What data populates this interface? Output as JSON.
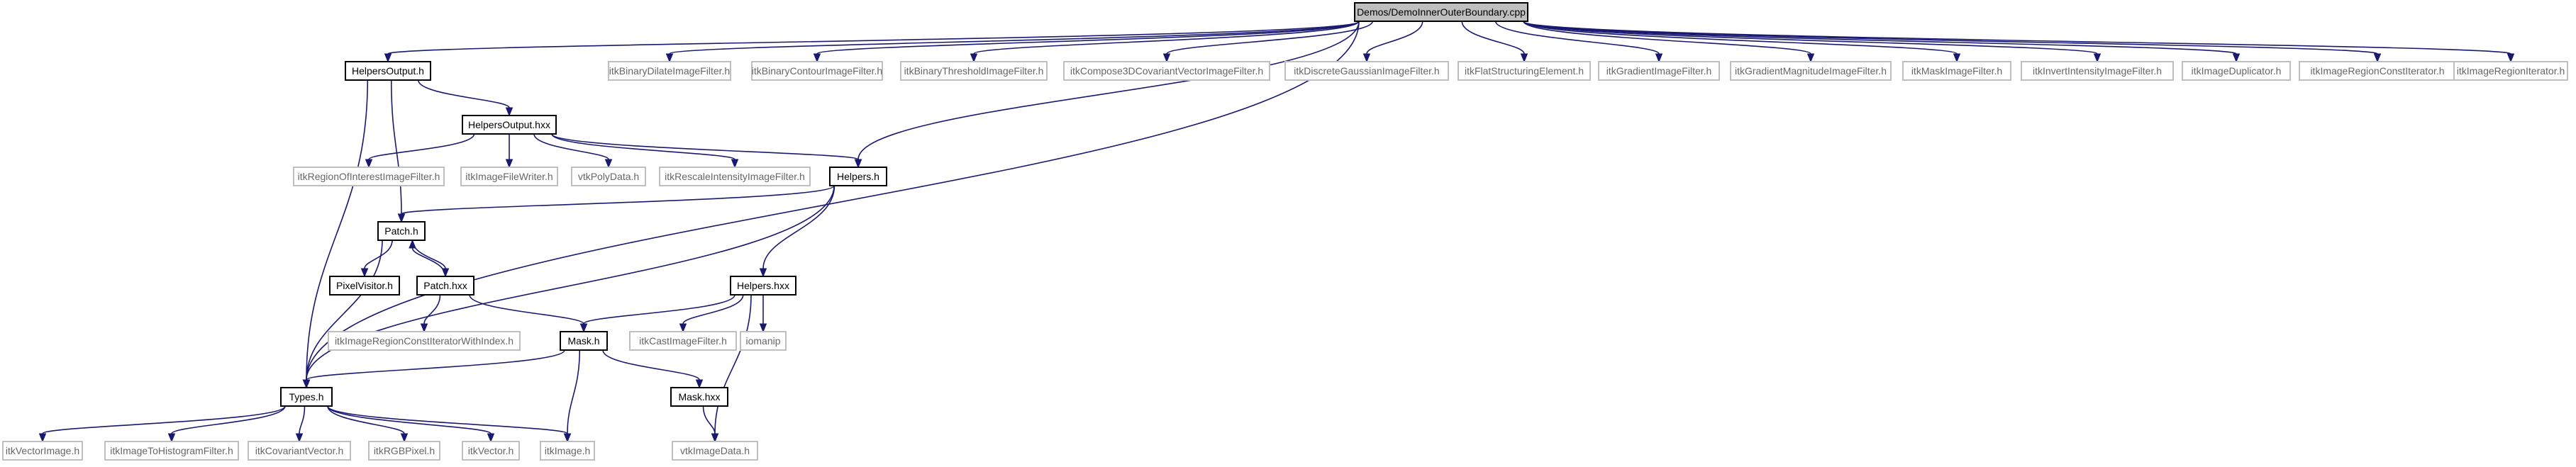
{
  "diagram": {
    "type": "include-dependency-graph",
    "colors": {
      "edge": "#191970",
      "root_fill": "#bfbfbf",
      "node_border": "#000000",
      "external_border": "#bfbfbf",
      "external_text": "#666666"
    },
    "nodes": [
      {
        "id": "root",
        "label": "Demos/DemoInnerOuterBoundary.cpp",
        "kind": "root"
      },
      {
        "id": "helpersoutput_h",
        "label": "HelpersOutput.h",
        "kind": "local"
      },
      {
        "id": "itkBinaryDilate",
        "label": "itkBinaryDilateImageFilter.h",
        "kind": "external"
      },
      {
        "id": "itkBinaryContour",
        "label": "itkBinaryContourImageFilter.h",
        "kind": "external"
      },
      {
        "id": "itkBinaryThreshold",
        "label": "itkBinaryThresholdImageFilter.h",
        "kind": "external"
      },
      {
        "id": "itkCompose3D",
        "label": "itkCompose3DCovariantVectorImageFilter.h",
        "kind": "external"
      },
      {
        "id": "itkDiscreteGaussian",
        "label": "itkDiscreteGaussianImageFilter.h",
        "kind": "external"
      },
      {
        "id": "itkFlatStructuring",
        "label": "itkFlatStructuringElement.h",
        "kind": "external"
      },
      {
        "id": "itkGradientImage",
        "label": "itkGradientImageFilter.h",
        "kind": "external"
      },
      {
        "id": "itkGradientMagnitude",
        "label": "itkGradientMagnitudeImageFilter.h",
        "kind": "external"
      },
      {
        "id": "itkMaskImage",
        "label": "itkMaskImageFilter.h",
        "kind": "external"
      },
      {
        "id": "itkInvertIntensity",
        "label": "itkInvertIntensityImageFilter.h",
        "kind": "external"
      },
      {
        "id": "itkImageDuplicator",
        "label": "itkImageDuplicator.h",
        "kind": "external"
      },
      {
        "id": "itkImageRegionConstIterator",
        "label": "itkImageRegionConstIterator.h",
        "kind": "external"
      },
      {
        "id": "itkImageRegionIterator",
        "label": "itkImageRegionIterator.h",
        "kind": "external"
      },
      {
        "id": "helpersoutput_hxx",
        "label": "HelpersOutput.hxx",
        "kind": "local"
      },
      {
        "id": "itkRegionOfInterest",
        "label": "itkRegionOfInterestImageFilter.h",
        "kind": "external"
      },
      {
        "id": "itkImageFileWriter",
        "label": "itkImageFileWriter.h",
        "kind": "external"
      },
      {
        "id": "vtkPolyData",
        "label": "vtkPolyData.h",
        "kind": "external"
      },
      {
        "id": "itkRescaleIntensity",
        "label": "itkRescaleIntensityImageFilter.h",
        "kind": "external"
      },
      {
        "id": "helpers_h",
        "label": "Helpers.h",
        "kind": "local"
      },
      {
        "id": "patch_h",
        "label": "Patch.h",
        "kind": "local"
      },
      {
        "id": "pixelvisitor_h",
        "label": "PixelVisitor.h",
        "kind": "local"
      },
      {
        "id": "patch_hxx",
        "label": "Patch.hxx",
        "kind": "local"
      },
      {
        "id": "helpers_hxx",
        "label": "Helpers.hxx",
        "kind": "local"
      },
      {
        "id": "itkImageRegionConstIteratorWithIndex",
        "label": "itkImageRegionConstIteratorWithIndex.h",
        "kind": "external"
      },
      {
        "id": "mask_h",
        "label": "Mask.h",
        "kind": "local"
      },
      {
        "id": "itkCastImage",
        "label": "itkCastImageFilter.h",
        "kind": "external"
      },
      {
        "id": "iomanip",
        "label": "iomanip",
        "kind": "external"
      },
      {
        "id": "types_h",
        "label": "Types.h",
        "kind": "local"
      },
      {
        "id": "mask_hxx",
        "label": "Mask.hxx",
        "kind": "local"
      },
      {
        "id": "itkVectorImage",
        "label": "itkVectorImage.h",
        "kind": "external"
      },
      {
        "id": "itkImageToHistogram",
        "label": "itkImageToHistogramFilter.h",
        "kind": "external"
      },
      {
        "id": "itkCovariantVector",
        "label": "itkCovariantVector.h",
        "kind": "external"
      },
      {
        "id": "itkRGBPixel",
        "label": "itkRGBPixel.h",
        "kind": "external"
      },
      {
        "id": "itkVector",
        "label": "itkVector.h",
        "kind": "external"
      },
      {
        "id": "itkImage",
        "label": "itkImage.h",
        "kind": "external"
      },
      {
        "id": "vtkImageData",
        "label": "vtkImageData.h",
        "kind": "external"
      }
    ],
    "edges": [
      {
        "from": "root",
        "to": "helpersoutput_h"
      },
      {
        "from": "root",
        "to": "itkBinaryDilate"
      },
      {
        "from": "root",
        "to": "itkBinaryContour"
      },
      {
        "from": "root",
        "to": "itkBinaryThreshold"
      },
      {
        "from": "root",
        "to": "itkCompose3D"
      },
      {
        "from": "root",
        "to": "itkDiscreteGaussian"
      },
      {
        "from": "root",
        "to": "itkFlatStructuring"
      },
      {
        "from": "root",
        "to": "itkGradientImage"
      },
      {
        "from": "root",
        "to": "itkGradientMagnitude"
      },
      {
        "from": "root",
        "to": "itkMaskImage"
      },
      {
        "from": "root",
        "to": "itkInvertIntensity"
      },
      {
        "from": "root",
        "to": "itkImageDuplicator"
      },
      {
        "from": "root",
        "to": "itkImageRegionConstIterator"
      },
      {
        "from": "root",
        "to": "itkImageRegionIterator"
      },
      {
        "from": "root",
        "to": "types_h"
      },
      {
        "from": "root",
        "to": "helpers_h"
      },
      {
        "from": "helpersoutput_h",
        "to": "helpersoutput_hxx"
      },
      {
        "from": "helpersoutput_h",
        "to": "patch_h"
      },
      {
        "from": "helpersoutput_h",
        "to": "types_h"
      },
      {
        "from": "helpersoutput_hxx",
        "to": "itkRegionOfInterest"
      },
      {
        "from": "helpersoutput_hxx",
        "to": "itkImageFileWriter"
      },
      {
        "from": "helpersoutput_hxx",
        "to": "vtkPolyData"
      },
      {
        "from": "helpersoutput_hxx",
        "to": "itkRescaleIntensity"
      },
      {
        "from": "helpersoutput_hxx",
        "to": "helpers_h"
      },
      {
        "from": "helpers_h",
        "to": "patch_h"
      },
      {
        "from": "helpers_h",
        "to": "helpers_hxx"
      },
      {
        "from": "helpers_h",
        "to": "types_h"
      },
      {
        "from": "patch_h",
        "to": "pixelvisitor_h"
      },
      {
        "from": "patch_h",
        "to": "patch_hxx"
      },
      {
        "from": "patch_h",
        "to": "types_h"
      },
      {
        "from": "patch_hxx",
        "to": "patch_h"
      },
      {
        "from": "patch_hxx",
        "to": "itkImageRegionConstIteratorWithIndex"
      },
      {
        "from": "patch_hxx",
        "to": "mask_h"
      },
      {
        "from": "helpers_hxx",
        "to": "mask_h"
      },
      {
        "from": "helpers_hxx",
        "to": "itkCastImage"
      },
      {
        "from": "helpers_hxx",
        "to": "iomanip"
      },
      {
        "from": "helpers_hxx",
        "to": "vtkImageData"
      },
      {
        "from": "mask_h",
        "to": "types_h"
      },
      {
        "from": "mask_h",
        "to": "itkImage"
      },
      {
        "from": "mask_h",
        "to": "mask_hxx"
      },
      {
        "from": "mask_hxx",
        "to": "vtkImageData"
      },
      {
        "from": "types_h",
        "to": "itkVectorImage"
      },
      {
        "from": "types_h",
        "to": "itkImageToHistogram"
      },
      {
        "from": "types_h",
        "to": "itkCovariantVector"
      },
      {
        "from": "types_h",
        "to": "itkRGBPixel"
      },
      {
        "from": "types_h",
        "to": "itkVector"
      },
      {
        "from": "types_h",
        "to": "itkImage"
      }
    ]
  }
}
